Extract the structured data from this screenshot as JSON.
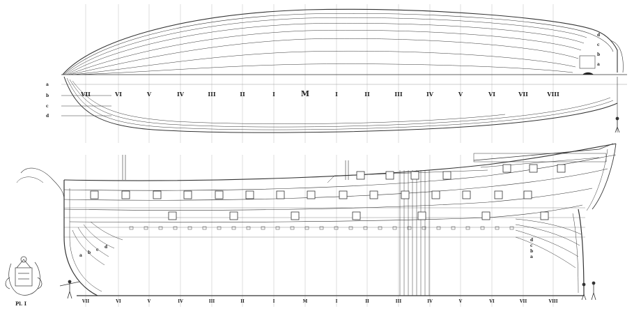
{
  "plate_label": "Pl. I",
  "top_stations": [
    "VII",
    "VI",
    "V",
    "IV",
    "III",
    "II",
    "I",
    "M",
    "I",
    "II",
    "III",
    "IV",
    "V",
    "VI",
    "VII",
    "VIII"
  ],
  "bottom_stations": [
    "VII",
    "VI",
    "V",
    "IV",
    "III",
    "II",
    "I",
    "M",
    "I",
    "II",
    "III",
    "IV",
    "V",
    "VI",
    "VII",
    "VIII"
  ],
  "waterline_labels_left": [
    "a",
    "b",
    "c",
    "d"
  ],
  "waterline_labels_right": [
    "d",
    "c",
    "b",
    "a"
  ],
  "buttock_labels_aft": [
    "d",
    "c",
    "b",
    "a"
  ],
  "buttock_labels_fore": [
    "d",
    "c",
    "b",
    "a"
  ]
}
